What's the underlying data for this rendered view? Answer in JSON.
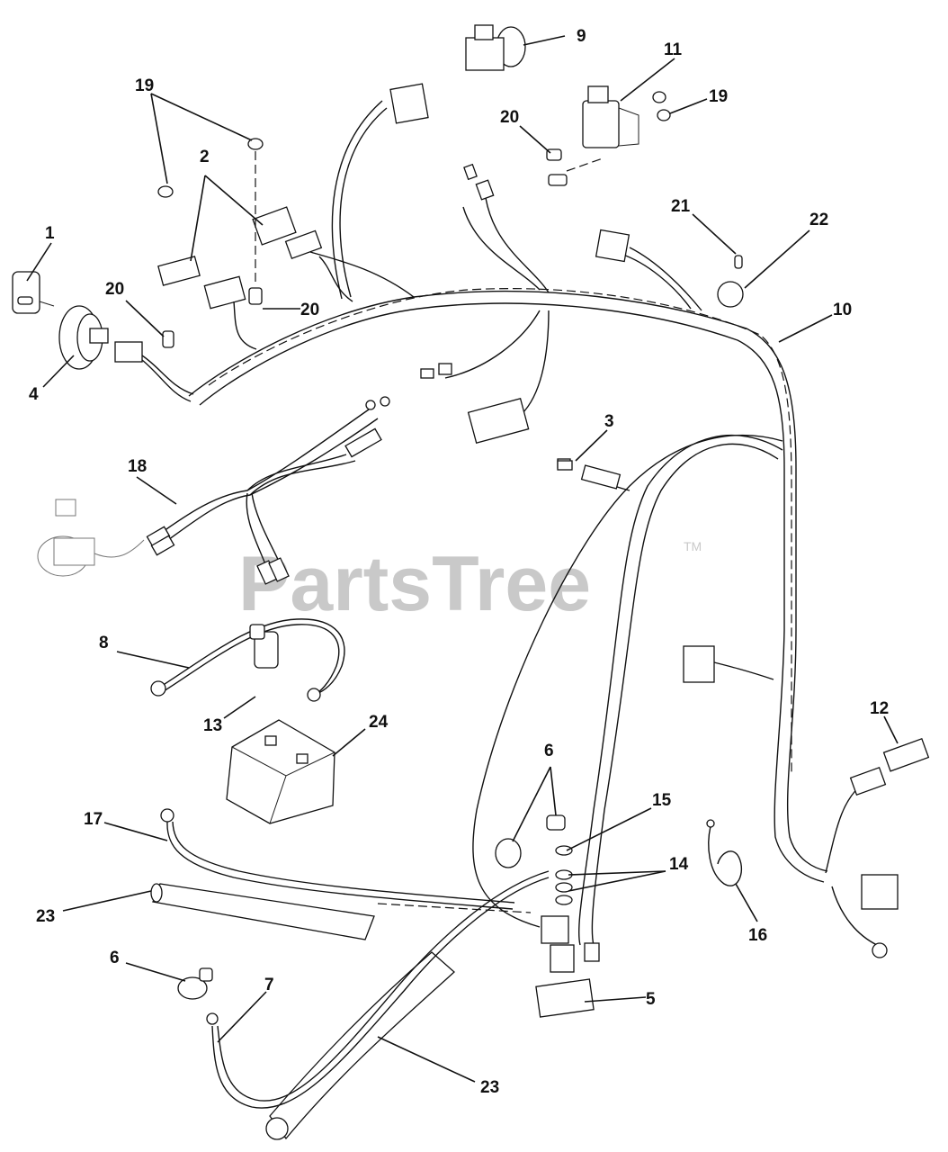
{
  "watermark": {
    "text": "PartsTree",
    "tm": "TM"
  },
  "callouts": {
    "c1": "1",
    "c2": "2",
    "c3": "3",
    "c4": "4",
    "c5": "5",
    "c6a": "6",
    "c6b": "6",
    "c7": "7",
    "c8": "8",
    "c9": "9",
    "c10": "10",
    "c11": "11",
    "c12": "12",
    "c13": "13",
    "c14": "14",
    "c15": "15",
    "c16": "16",
    "c17": "17",
    "c18": "18",
    "c19a": "19",
    "c19b": "19",
    "c20a": "20",
    "c20b": "20",
    "c20c": "20",
    "c21": "21",
    "c22": "22",
    "c23a": "23",
    "c23b": "23",
    "c24": "24"
  }
}
